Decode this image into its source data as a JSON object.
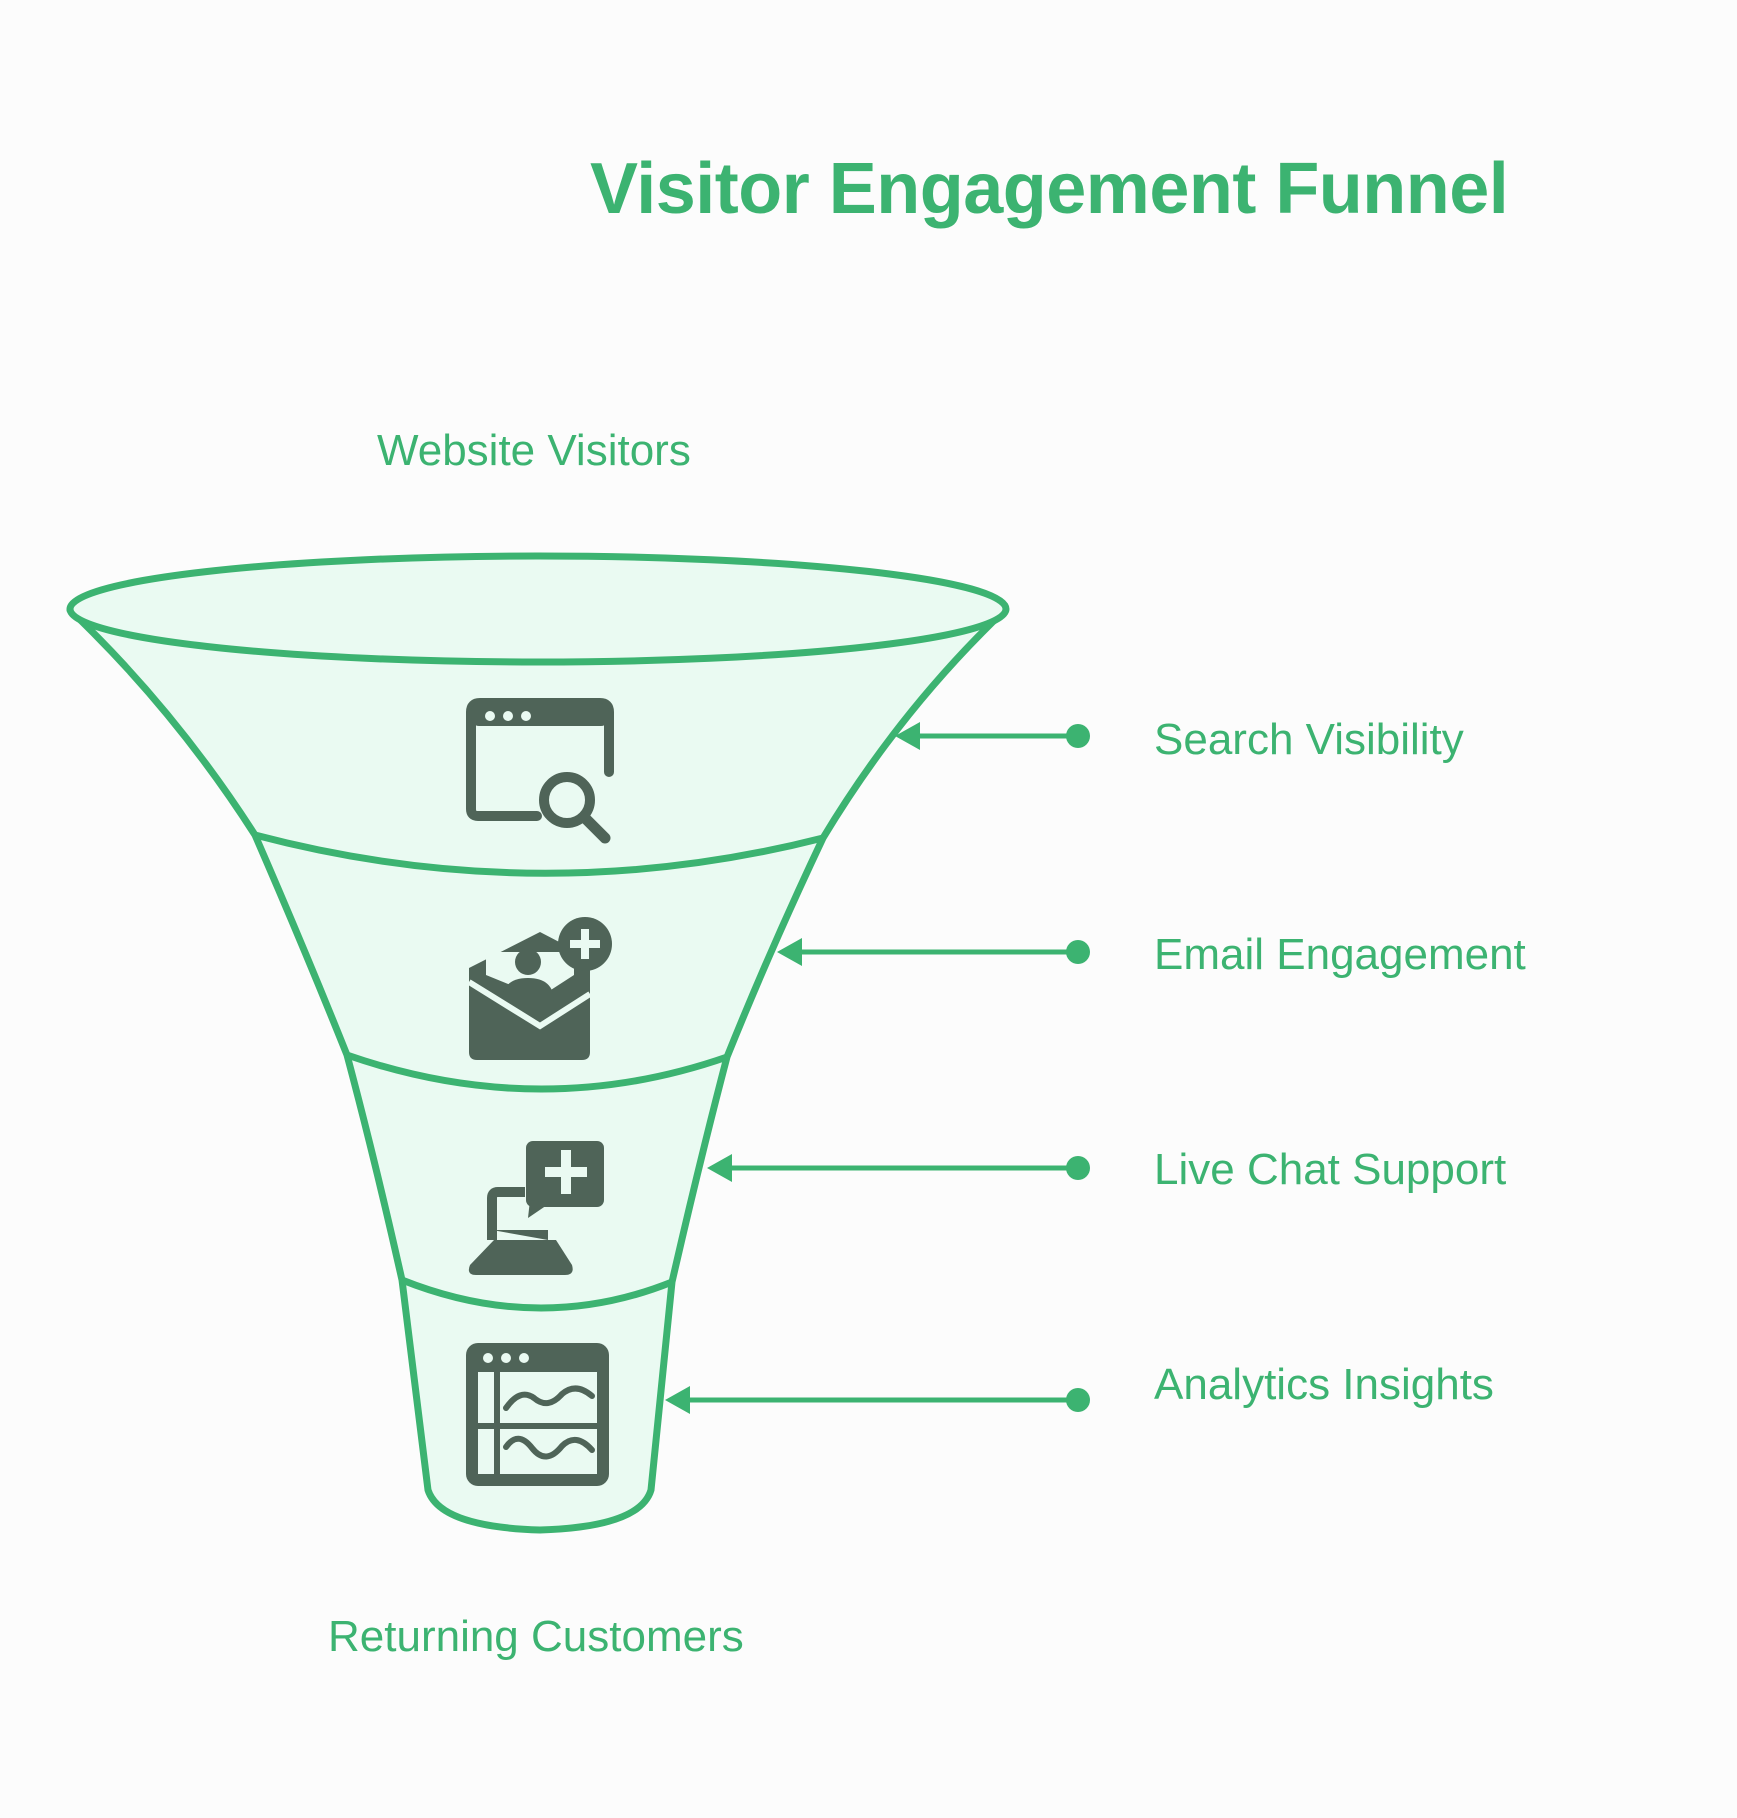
{
  "title": "Visitor Engagement Funnel",
  "top_label": "Website Visitors",
  "bottom_label": "Returning Customers",
  "stages": [
    {
      "label": "Search Visibility",
      "icon": "browser-search-icon"
    },
    {
      "label": "Email Engagement",
      "icon": "email-add-user-icon"
    },
    {
      "label": "Live Chat Support",
      "icon": "chat-support-icon"
    },
    {
      "label": "Analytics Insights",
      "icon": "analytics-dashboard-icon"
    }
  ],
  "colors": {
    "accent": "#3cb371",
    "fill": "#eafaf2",
    "icon": "#4f6458",
    "background": "#fcfcfc"
  }
}
